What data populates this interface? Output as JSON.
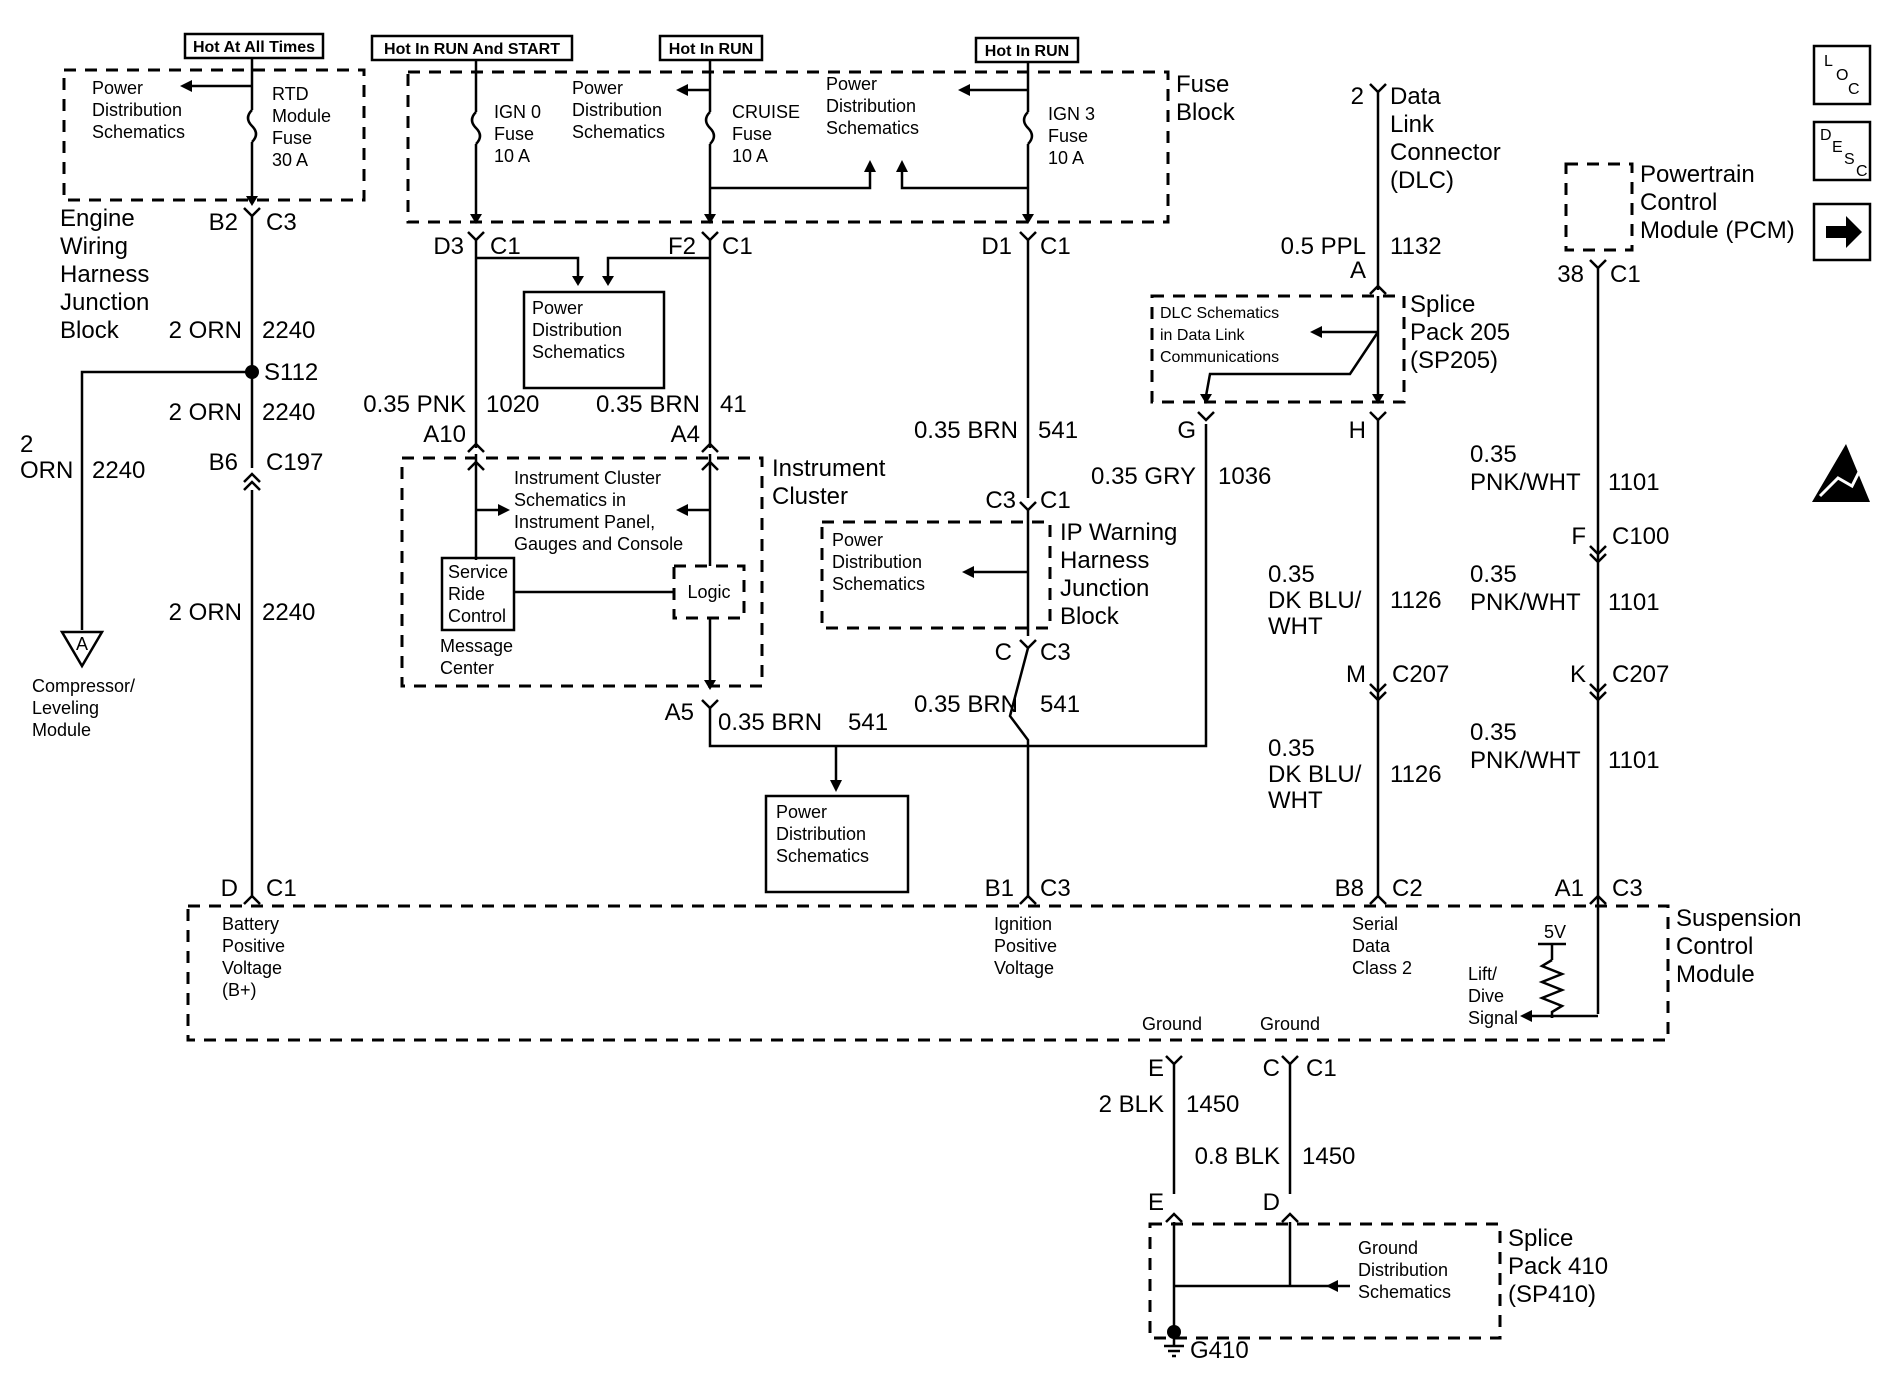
{
  "hot_labels": {
    "always": "Hot At All Times",
    "run_start": "Hot In RUN And START",
    "run1": "Hot In RUN",
    "run2": "Hot In RUN"
  },
  "icons": [
    "loc-icon",
    "desc-icon",
    "next-arrow-icon",
    "esd-warning-icon",
    "ground-icon"
  ],
  "icon_text": {
    "loc": [
      "L",
      "O",
      "C"
    ],
    "desc": [
      "D",
      "E",
      "S",
      "C"
    ]
  },
  "fuse_block": {
    "title": [
      "Fuse",
      "Block"
    ]
  },
  "fuses": {
    "ign0": [
      "IGN 0",
      "Fuse",
      "10 A"
    ],
    "cruise": [
      "CRUISE",
      "Fuse",
      "10 A"
    ],
    "ign3": [
      "IGN 3",
      "Fuse",
      "10 A"
    ],
    "rtd": [
      "RTD",
      "Module",
      "Fuse",
      "30 A"
    ]
  },
  "pds": [
    "Power",
    "Distribution",
    "Schematics"
  ],
  "engine_block": [
    "Engine",
    "Wiring",
    "Harness",
    "Junction",
    "Block"
  ],
  "connectors": {
    "b2_c3": [
      "B2",
      "C3"
    ],
    "d3_c1": [
      "D3",
      "C1"
    ],
    "f2_c1": [
      "F2",
      "C1"
    ],
    "d1_c1": [
      "D1",
      "C1"
    ],
    "b6_c197": [
      "B6",
      "C197"
    ],
    "a10": "A10",
    "a4": "A4",
    "a5": "A5",
    "c3_c1": [
      "C3",
      "C1"
    ],
    "c_c3": [
      "C",
      "C3"
    ],
    "d_c1": [
      "D",
      "C1"
    ],
    "b1_c3": [
      "B1",
      "C3"
    ],
    "b8_c2": [
      "B8",
      "C2"
    ],
    "a1_c3": [
      "A1",
      "C3"
    ],
    "n38_c1": [
      "38",
      "C1"
    ],
    "f_c100": [
      "F",
      "C100"
    ],
    "k_c207": [
      "K",
      "C207"
    ],
    "m_c207": [
      "M",
      "C207"
    ],
    "a": "A",
    "g": "G",
    "h": "H",
    "n2": "2",
    "e_top": "E",
    "c_c1": [
      "C",
      "C1"
    ],
    "e_bot": "E",
    "d_bot": "D"
  },
  "splice": "S112",
  "wires": {
    "orn_a": [
      "2 ORN",
      "2240"
    ],
    "orn_b": [
      "2 ORN",
      "2240"
    ],
    "orn_c": [
      "2 ORN",
      "2240"
    ],
    "orn_left": [
      "2",
      "ORN",
      "2240"
    ],
    "pnk": [
      "0.35 PNK",
      "1020"
    ],
    "brn41": [
      "0.35 BRN",
      "41"
    ],
    "brn541_a": [
      "0.35 BRN",
      "541"
    ],
    "brn541_b": [
      "0.35 BRN",
      "541"
    ],
    "brn541_c": [
      "0.35 BRN",
      "541"
    ],
    "gry": [
      "0.35 GRY",
      "1036"
    ],
    "ppl": [
      "0.5 PPL",
      "1132"
    ],
    "dkblu_a": [
      "0.35",
      "DK BLU/",
      "WHT",
      "1126"
    ],
    "dkblu_b": [
      "0.35",
      "DK BLU/",
      "WHT",
      "1126"
    ],
    "pnkwht_a": [
      "0.35",
      "PNK/WHT",
      "1101"
    ],
    "pnkwht_b": [
      "0.35",
      "PNK/WHT",
      "1101"
    ],
    "pnkwht_c": [
      "0.35",
      "PNK/WHT",
      "1101"
    ],
    "blk2": [
      "2 BLK",
      "1450"
    ],
    "blk08": [
      "0.8 BLK",
      "1450"
    ]
  },
  "instrument_cluster": {
    "title": [
      "Instrument",
      "Cluster"
    ],
    "ref": [
      "Instrument Cluster",
      "Schematics in",
      "Instrument Panel,",
      "Gauges and Console"
    ],
    "service": [
      "Service",
      "Ride",
      "Control"
    ],
    "logic": "Logic",
    "msg": [
      "Message",
      "Center"
    ]
  },
  "ip_block": [
    "IP Warning",
    "Harness",
    "Junction",
    "Block"
  ],
  "dlc": [
    "Data",
    "Link",
    "Connector",
    "(DLC)"
  ],
  "dlc_ref": [
    "DLC Schematics",
    "in Data Link",
    "Communications"
  ],
  "sp205": [
    "Splice",
    "Pack 205",
    "(SP205)"
  ],
  "pcm": [
    "Powertrain",
    "Control",
    "Module (PCM)"
  ],
  "compressor": [
    "Compressor/",
    "Leveling",
    "Module"
  ],
  "compressor_ref": "A",
  "scm": {
    "title": [
      "Suspension",
      "Control",
      "Module"
    ],
    "bplus": [
      "Battery",
      "Positive",
      "Voltage",
      "(B+)"
    ],
    "ign": [
      "Ignition",
      "Positive",
      "Voltage"
    ],
    "serial": [
      "Serial",
      "Data",
      "Class 2"
    ],
    "lift": [
      "Lift/",
      "Dive",
      "Signal"
    ],
    "v5": "5V",
    "gnd1": "Ground",
    "gnd2": "Ground"
  },
  "gds": [
    "Ground",
    "Distribution",
    "Schematics"
  ],
  "sp410": [
    "Splice",
    "Pack 410",
    "(SP410)"
  ],
  "g410": "G410"
}
